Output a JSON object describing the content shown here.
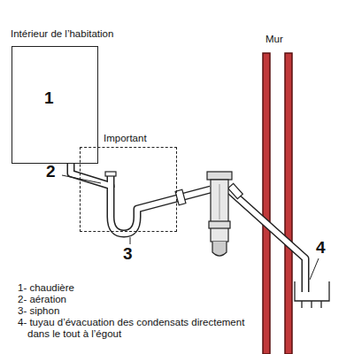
{
  "diagram": {
    "nodes": [
      {
        "text": [
          "1"
        ]
      },
      {
        "text": [
          "Important"
        ]
      }
    ],
    "labels": [
      "Intérieur de l’habitation",
      "Mur",
      "2",
      "3",
      "4",
      "1- chaudière",
      "2- aération",
      "3- siphon",
      "4- tuyau d’évacuation des condensats directement dans le tout à l’égout"
    ]
  }
}
